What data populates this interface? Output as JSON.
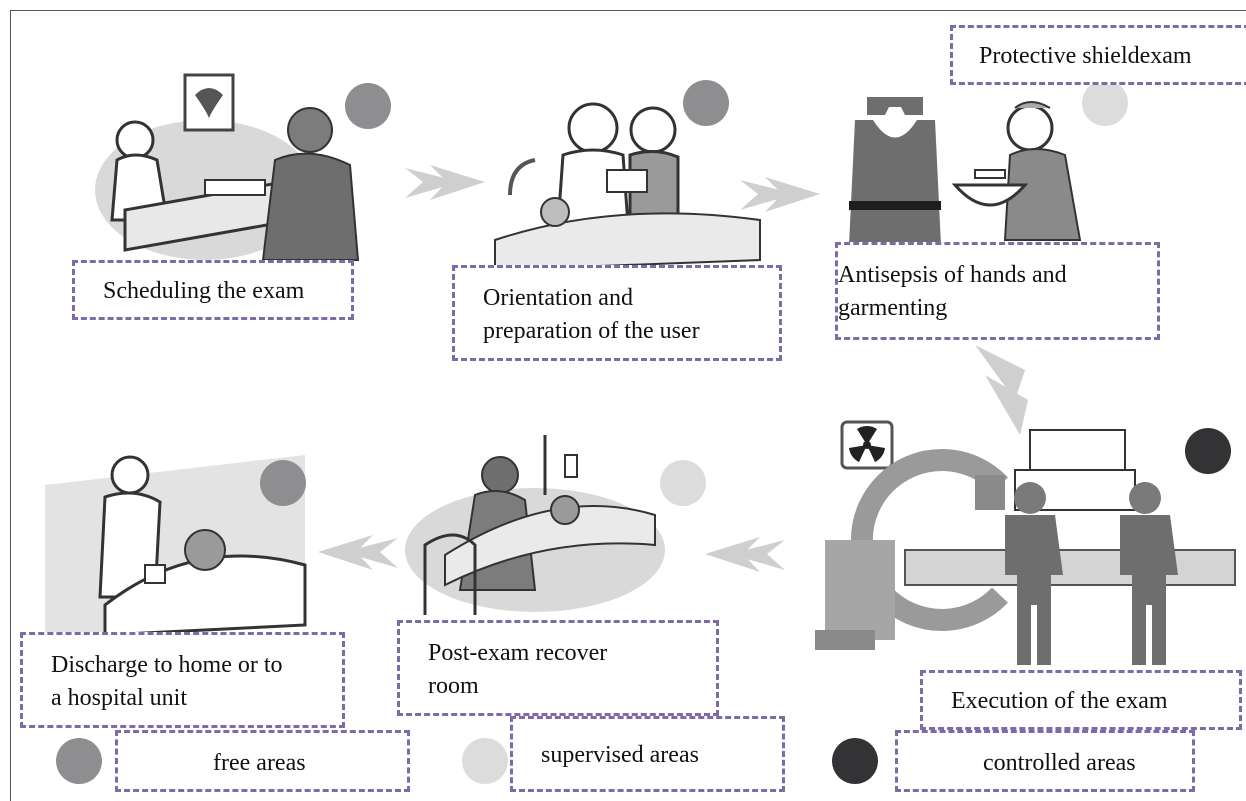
{
  "steps": {
    "scheduling": {
      "label": "Scheduling the exam",
      "area": "free"
    },
    "orientation": {
      "line1": "Orientation and",
      "line2": "preparation of the user",
      "area": "free"
    },
    "antisepsis": {
      "line1": "Antisepsis of hands and",
      "line2": "garmenting",
      "area": "supervised"
    },
    "execution": {
      "label": "Execution of the exam",
      "area": "controlled"
    },
    "recovery": {
      "line1": "Post-exam recover",
      "line2": "room",
      "area": "supervised"
    },
    "discharge": {
      "line1": "Discharge to home or to",
      "line2": "a hospital unit",
      "area": "free"
    }
  },
  "protective_shield_label": "Protective shieldexam",
  "legend": {
    "free": "free areas",
    "supervised": "supervised areas",
    "controlled": "controlled areas"
  },
  "colors": {
    "free": "#8e8e90",
    "supervised": "#dcdcdc",
    "controlled": "#333335",
    "box_border": "#7f6aa8",
    "arrow": "#cfcfcf"
  },
  "icons": [
    "radiation-icon",
    "arrow-icon"
  ]
}
